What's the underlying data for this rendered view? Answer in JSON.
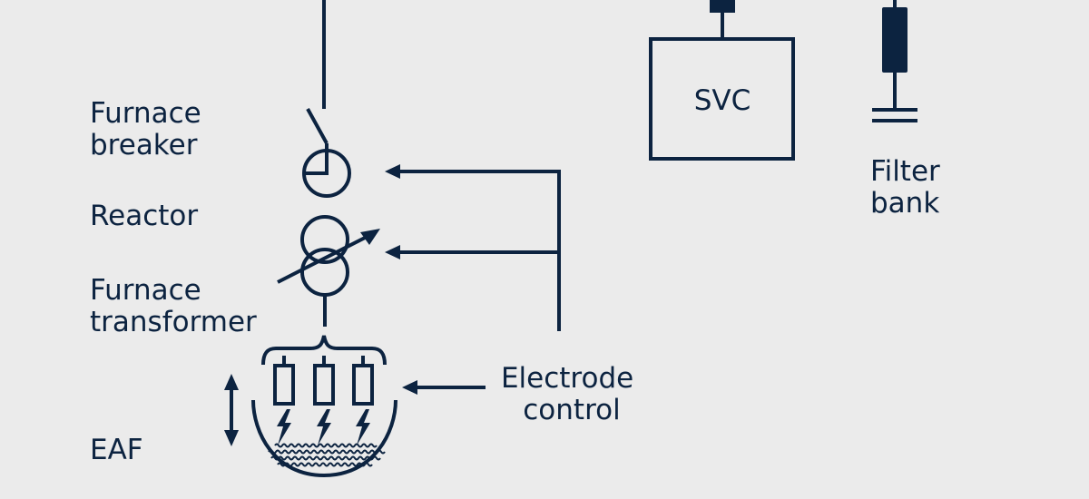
{
  "labels": {
    "furnace_breaker": [
      "Furnace",
      "breaker"
    ],
    "reactor": "Reactor",
    "furnace_transformer": [
      "Furnace",
      "transformer"
    ],
    "eaf": "EAF",
    "electrode_control": [
      "Electrode",
      "control"
    ],
    "svc": "SVC",
    "filter_bank": [
      "Filter",
      "bank"
    ]
  },
  "colors": {
    "line": "#0c2340",
    "background": "#ebebeb"
  }
}
